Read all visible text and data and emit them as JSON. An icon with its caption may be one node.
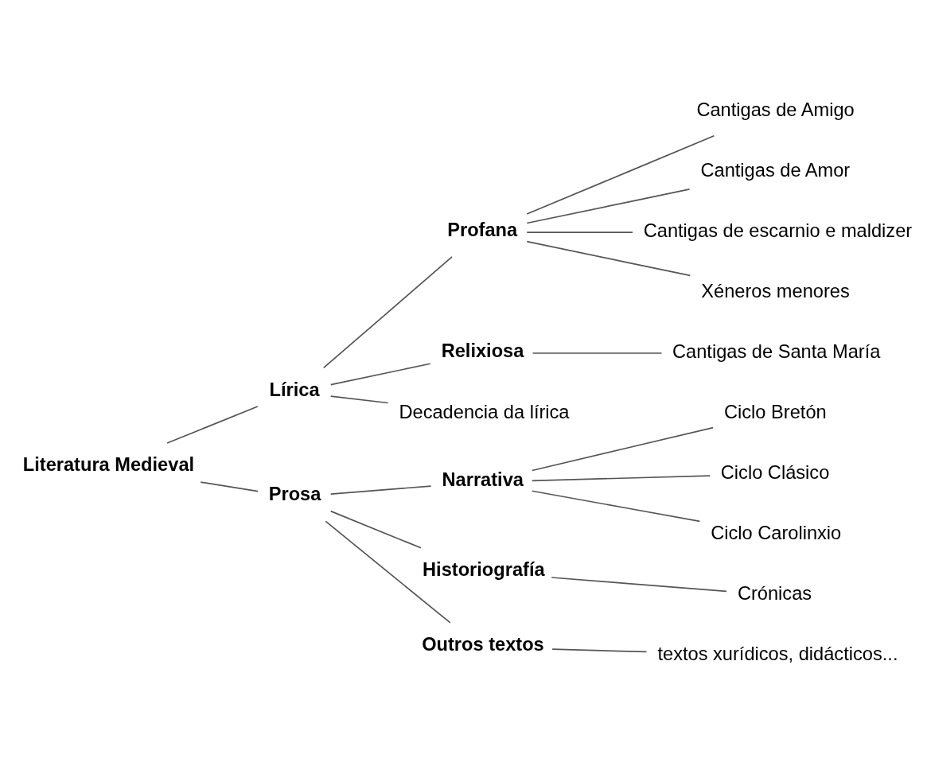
{
  "diagram": {
    "nodes": [
      {
        "text": [
          "Literatura Medieval"
        ]
      },
      {
        "text": [
          "Lírica"
        ]
      },
      {
        "text": [
          "Profana"
        ]
      },
      {
        "text": [
          "Cantigas de Amigo"
        ]
      },
      {
        "text": [
          "Cantigas de Amor"
        ]
      },
      {
        "text": [
          "Cantigas de escarnio e maldizer"
        ]
      },
      {
        "text": [
          "Xéneros menores"
        ]
      },
      {
        "text": [
          "Relixiosa"
        ]
      },
      {
        "text": [
          "Cantigas de Santa María"
        ]
      },
      {
        "text": [
          "Decadencia da lírica"
        ]
      },
      {
        "text": [
          "Prosa"
        ]
      },
      {
        "text": [
          "Narrativa"
        ]
      },
      {
        "text": [
          "Ciclo Bretón"
        ]
      },
      {
        "text": [
          "Ciclo Clásico"
        ]
      },
      {
        "text": [
          "Ciclo Carolinxio"
        ]
      },
      {
        "text": [
          "Historiografía"
        ]
      },
      {
        "text": [
          "Crónicas"
        ]
      },
      {
        "text": [
          "Outros textos"
        ]
      },
      {
        "text": [
          "textos xurídicos, didácticos..."
        ]
      }
    ],
    "edges": [
      {
        "from": 0,
        "to": 1,
        "arrow": "none"
      },
      {
        "from": 1,
        "to": 2,
        "arrow": "none"
      },
      {
        "from": 2,
        "to": 3,
        "arrow": "none"
      },
      {
        "from": 2,
        "to": 4,
        "arrow": "none"
      },
      {
        "from": 2,
        "to": 5,
        "arrow": "none"
      },
      {
        "from": 2,
        "to": 6,
        "arrow": "none"
      },
      {
        "from": 1,
        "to": 7,
        "arrow": "none"
      },
      {
        "from": 7,
        "to": 8,
        "arrow": "none"
      },
      {
        "from": 1,
        "to": 9,
        "arrow": "none"
      },
      {
        "from": 0,
        "to": 10,
        "arrow": "none"
      },
      {
        "from": 10,
        "to": 11,
        "arrow": "none"
      },
      {
        "from": 11,
        "to": 12,
        "arrow": "none"
      },
      {
        "from": 11,
        "to": 13,
        "arrow": "none"
      },
      {
        "from": 11,
        "to": 14,
        "arrow": "none"
      },
      {
        "from": 10,
        "to": 15,
        "arrow": "none"
      },
      {
        "from": 15,
        "to": 16,
        "arrow": "none"
      },
      {
        "from": 10,
        "to": 17,
        "arrow": "none"
      },
      {
        "from": 17,
        "to": 18,
        "arrow": "none"
      }
    ]
  }
}
